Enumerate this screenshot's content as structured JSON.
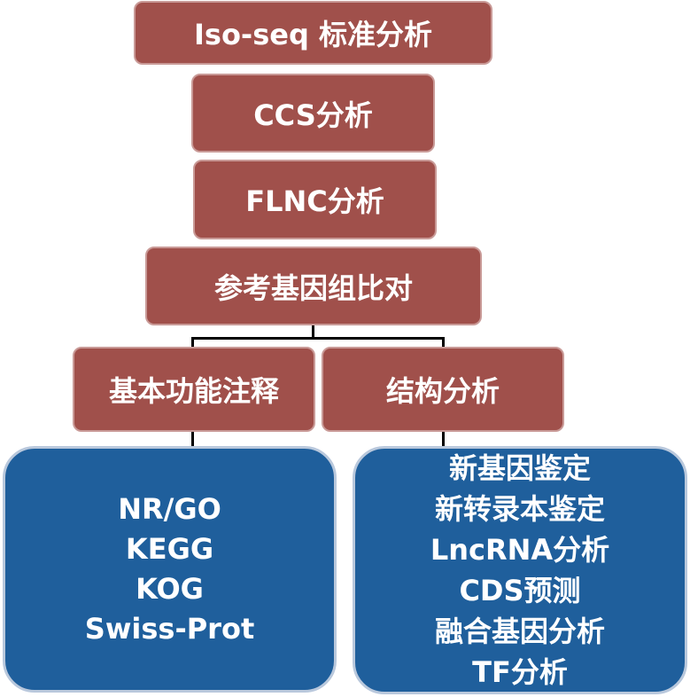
{
  "nodes": {
    "isoseq": "Iso-seq 标准分析",
    "ccs": "CCS分析",
    "flnc": "FLNC分析",
    "ref_align": "参考基因组比对",
    "func_annot": "基本功能注释",
    "struct": "结构分析"
  },
  "func_list": [
    "NR/GO",
    "KEGG",
    "KOG",
    "Swiss-Prot"
  ],
  "struct_list": [
    "新基因鉴定",
    "新转录本鉴定",
    "LncRNA分析",
    "CDS预测",
    "融合基因分析",
    "TF分析"
  ],
  "colors": {
    "red_box": "#a0504b",
    "blue_box": "#1f5f9c",
    "line": "#000000"
  }
}
